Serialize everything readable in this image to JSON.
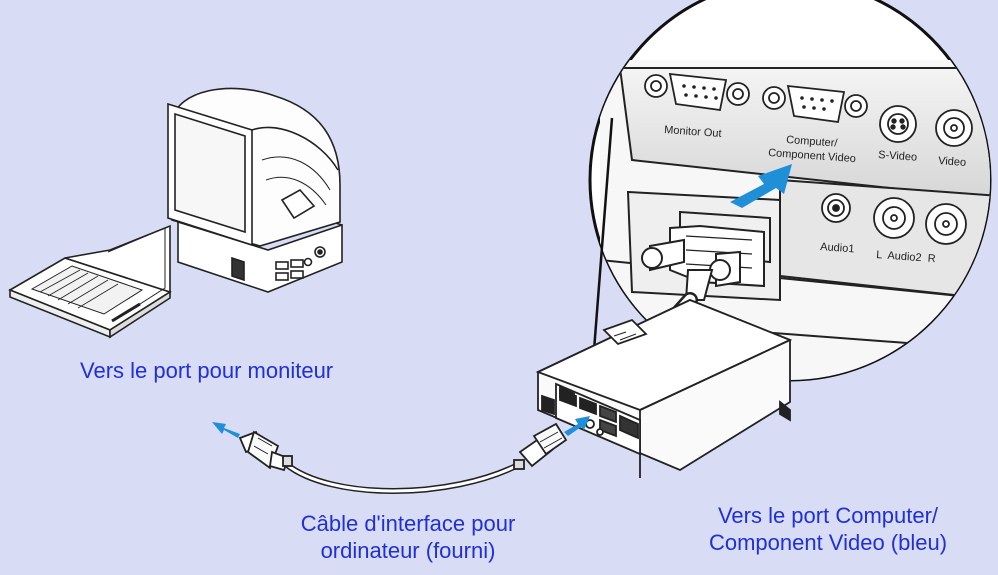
{
  "captions": {
    "monitor_port": "Vers le port pour moniteur",
    "cable_line1": "Câble d'interface pour",
    "cable_line2": "ordinateur (fourni)",
    "projector_port_line1": "Vers le port Computer/",
    "projector_port_line2": "Component Video (bleu)"
  },
  "port_labels": {
    "monitor_out": "Monitor Out",
    "computer_line1": "Computer/",
    "computer_line2": "Component Video",
    "s_video": "S-Video",
    "video": "Video",
    "audio1": "Audio1",
    "audio2": "L  Audio2  R"
  },
  "colors": {
    "background": "#d9dcf5",
    "caption_text": "#2030d8",
    "arrow": "#1f8fd8"
  }
}
